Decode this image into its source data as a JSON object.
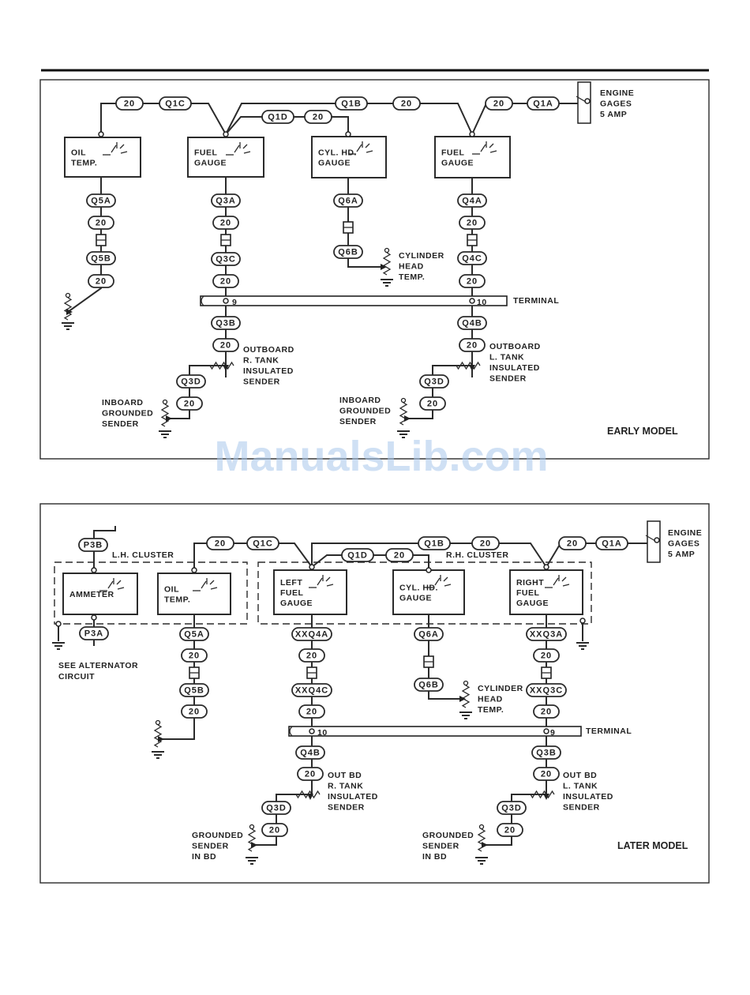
{
  "watermark": "ManualsLib.com",
  "early": {
    "title": "EARLY MODEL",
    "source": [
      "ENGINE",
      "GAGES",
      "5 AMP"
    ],
    "terminal_label": "TERMINAL",
    "gauges": {
      "oil": [
        "OIL",
        "TEMP."
      ],
      "fuel_l": [
        "FUEL",
        "GAUGE"
      ],
      "cyl": [
        "CYL. HD.",
        "GAUGE"
      ],
      "fuel_r": [
        "FUEL",
        "GAUGE"
      ]
    },
    "wires": {
      "q1c": "Q1C",
      "q1b": "Q1B",
      "q1a": "Q1A",
      "q1d": "Q1D",
      "g20": "20",
      "q5a": "Q5A",
      "q5b": "Q5B",
      "q3a": "Q3A",
      "q3c": "Q3C",
      "q3b": "Q3B",
      "q3d": "Q3D",
      "q6a": "Q6A",
      "q6b": "Q6B",
      "q4a": "Q4A",
      "q4c": "Q4C",
      "q4b": "Q4B"
    },
    "terminal_nums": {
      "left": "9",
      "right": "10"
    },
    "senders": {
      "cyl_head": [
        "CYLINDER",
        "HEAD",
        "TEMP."
      ],
      "outboard_r": [
        "OUTBOARD",
        "R. TANK",
        "INSULATED",
        "SENDER"
      ],
      "outboard_l": [
        "OUTBOARD",
        "L. TANK",
        "INSULATED",
        "SENDER"
      ],
      "inboard_1": [
        "INBOARD",
        "GROUNDED",
        "SENDER"
      ],
      "inboard_2": [
        "INBOARD",
        "GROUNDED",
        "SENDER"
      ]
    }
  },
  "later": {
    "title": "LATER MODEL",
    "source": [
      "ENGINE",
      "GAGES",
      "5 AMP"
    ],
    "terminal_label": "TERMINAL",
    "lh_cluster": "L.H. CLUSTER",
    "rh_cluster": "R.H. CLUSTER",
    "see_alt": [
      "SEE ALTERNATOR",
      "CIRCUIT"
    ],
    "gauges": {
      "ammeter": [
        "AMMETER"
      ],
      "oil": [
        "OIL",
        "TEMP."
      ],
      "left_fuel": [
        "LEFT",
        "FUEL",
        "GAUGE"
      ],
      "cyl": [
        "CYL. HD.",
        "GAUGE"
      ],
      "right_fuel": [
        "RIGHT",
        "FUEL",
        "GAUGE"
      ]
    },
    "wires": {
      "p3b": "P3B",
      "p3a": "P3A",
      "q1c": "Q1C",
      "q1b": "Q1B",
      "q1a": "Q1A",
      "q1d": "Q1D",
      "g20": "20",
      "q5a": "Q5A",
      "q5b": "Q5B",
      "xxq4a": "XXQ4A",
      "xxq4c": "XXQ4C",
      "q4b": "Q4B",
      "q6a": "Q6A",
      "q6b": "Q6B",
      "xxq3a": "XXQ3A",
      "xxq3c": "XXQ3C",
      "q3b": "Q3B",
      "q3d": "Q3D"
    },
    "terminal_nums": {
      "left": "10",
      "right": "9"
    },
    "senders": {
      "cyl_head": [
        "CYLINDER",
        "HEAD",
        "TEMP."
      ],
      "outbd_r": [
        "OUT BD",
        "R. TANK",
        "INSULATED",
        "SENDER"
      ],
      "outbd_l": [
        "OUT BD",
        "L. TANK",
        "INSULATED",
        "SENDER"
      ],
      "grounded_1": [
        "GROUNDED",
        "SENDER",
        "IN BD"
      ],
      "grounded_2": [
        "GROUNDED",
        "SENDER",
        "IN BD"
      ]
    }
  }
}
